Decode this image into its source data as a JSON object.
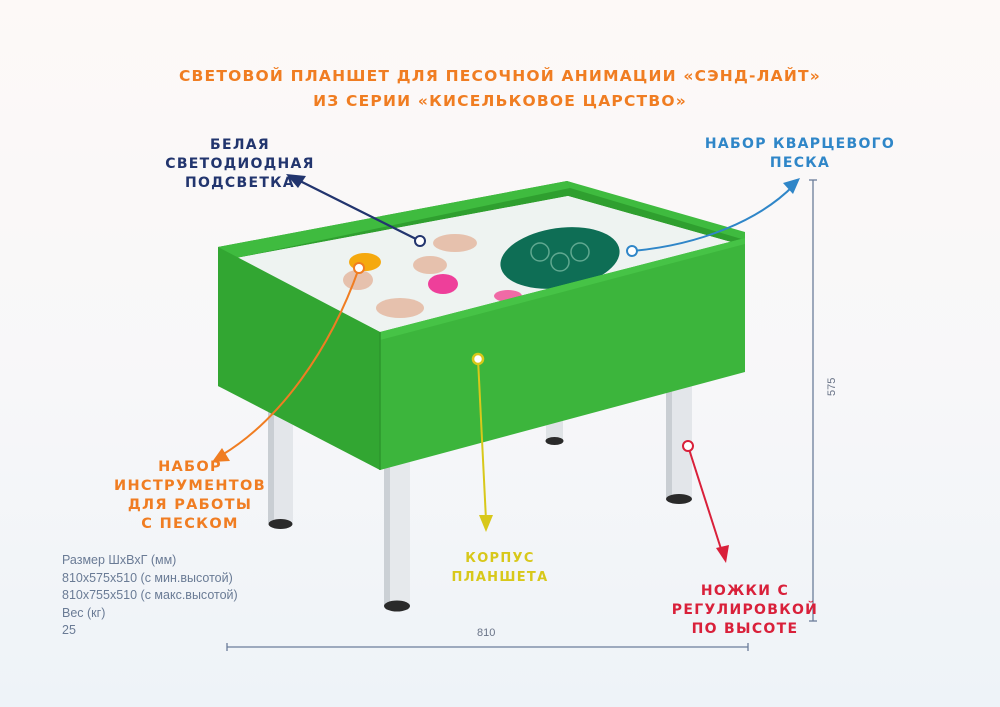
{
  "title": {
    "line1": "СВЕТОВОЙ ПЛАНШЕТ ДЛЯ ПЕСОЧНОЙ АНИМАЦИИ «СЭНД-ЛАЙТ»",
    "line2": "ИЗ СЕРИИ «КИСЕЛЬКОВОЕ ЦАРСТВО»"
  },
  "callouts": {
    "led_backlight": {
      "lines": [
        "БЕЛАЯ",
        "СВЕТОДИОДНАЯ",
        "ПОДСВЕТКА"
      ],
      "color": "#22356e"
    },
    "quartz_sand": {
      "lines": [
        "НАБОР КВАРЦЕВОГО",
        "ПЕСКА"
      ],
      "color": "#2f86c8"
    },
    "tools_set": {
      "lines": [
        "НАБОР",
        "ИНСТРУМЕНТОВ",
        "ДЛЯ РАБОТЫ",
        "С ПЕСКОМ"
      ],
      "color": "#f07d22"
    },
    "body": {
      "lines": [
        "КОРПУС",
        "ПЛАНШЕТА"
      ],
      "color": "#d8c81a"
    },
    "legs": {
      "lines": [
        "НОЖКИ С",
        "РЕГУЛИРОВКОЙ",
        "ПО ВЫСОТЕ"
      ],
      "color": "#d9203a"
    }
  },
  "specs": {
    "size_label": "Размер ШхВхГ (мм)",
    "size_min": "810x575x510 (с мин.высотой)",
    "size_max": "810x755x510 (с макс.высотой)",
    "weight_label": "Вес (кг)",
    "weight_value": "25"
  },
  "dimensions": {
    "width": "810",
    "height": "575"
  },
  "colors": {
    "title": "#f07d22",
    "table_green": "#3bb33b",
    "table_green_dark": "#2e9e2e",
    "sand_green": "#0e6e55"
  }
}
